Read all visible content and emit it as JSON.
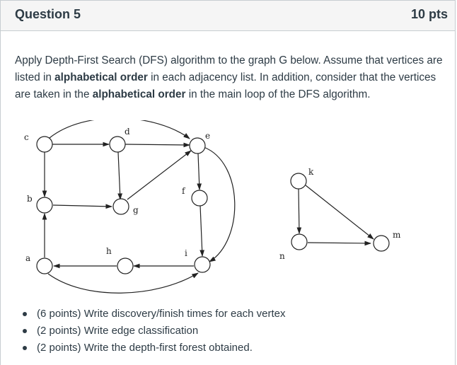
{
  "question": {
    "title": "Question 5",
    "points": "10 pts"
  },
  "prompt": {
    "part1": "Apply Depth-First Search (DFS) algorithm to the graph G below. Assume that vertices are listed in ",
    "bold1": "alphabetical order",
    "part2": " in each adjacency list. In addition, consider that the vertices are taken in the ",
    "bold2": "alphabetical order",
    "part3": " in the main loop of the DFS algorithm."
  },
  "graph": {
    "vertex_labels": {
      "a": "a",
      "b": "b",
      "c": "c",
      "d": "d",
      "e": "e",
      "f": "f",
      "g": "g",
      "h": "h",
      "i": "i",
      "k": "k",
      "m": "m",
      "n": "n"
    }
  },
  "tasks": [
    "(6 points) Write discovery/finish times for each vertex",
    "(2 points) Write edge classification",
    "(2 points) Write the depth-first forest obtained."
  ]
}
